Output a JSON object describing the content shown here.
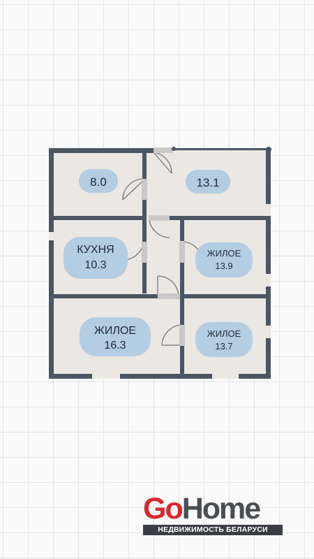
{
  "rooms": [
    {
      "id": "room-a",
      "name": "",
      "area": "8.0"
    },
    {
      "id": "room-b",
      "name": "",
      "area": "13.1"
    },
    {
      "id": "room-kitchen",
      "name": "КУХНЯ",
      "area": "10.3"
    },
    {
      "id": "room-living-1",
      "name": "ЖИЛОЕ",
      "area": "13.9"
    },
    {
      "id": "room-living-2",
      "name": "ЖИЛОЕ",
      "area": "16.3"
    },
    {
      "id": "room-living-3",
      "name": "ЖИЛОЕ",
      "area": "13.7"
    }
  ],
  "logo": {
    "go": "Go",
    "home": "Home",
    "tagline": "НЕДВИЖИМОСТЬ БЕЛАРУСИ"
  },
  "colors": {
    "wall": "#4b5563",
    "floor": "#ebe7e3",
    "label_bg": "#b3cde3",
    "brand_red": "#d8262d",
    "brand_gray": "#4a4d52"
  }
}
